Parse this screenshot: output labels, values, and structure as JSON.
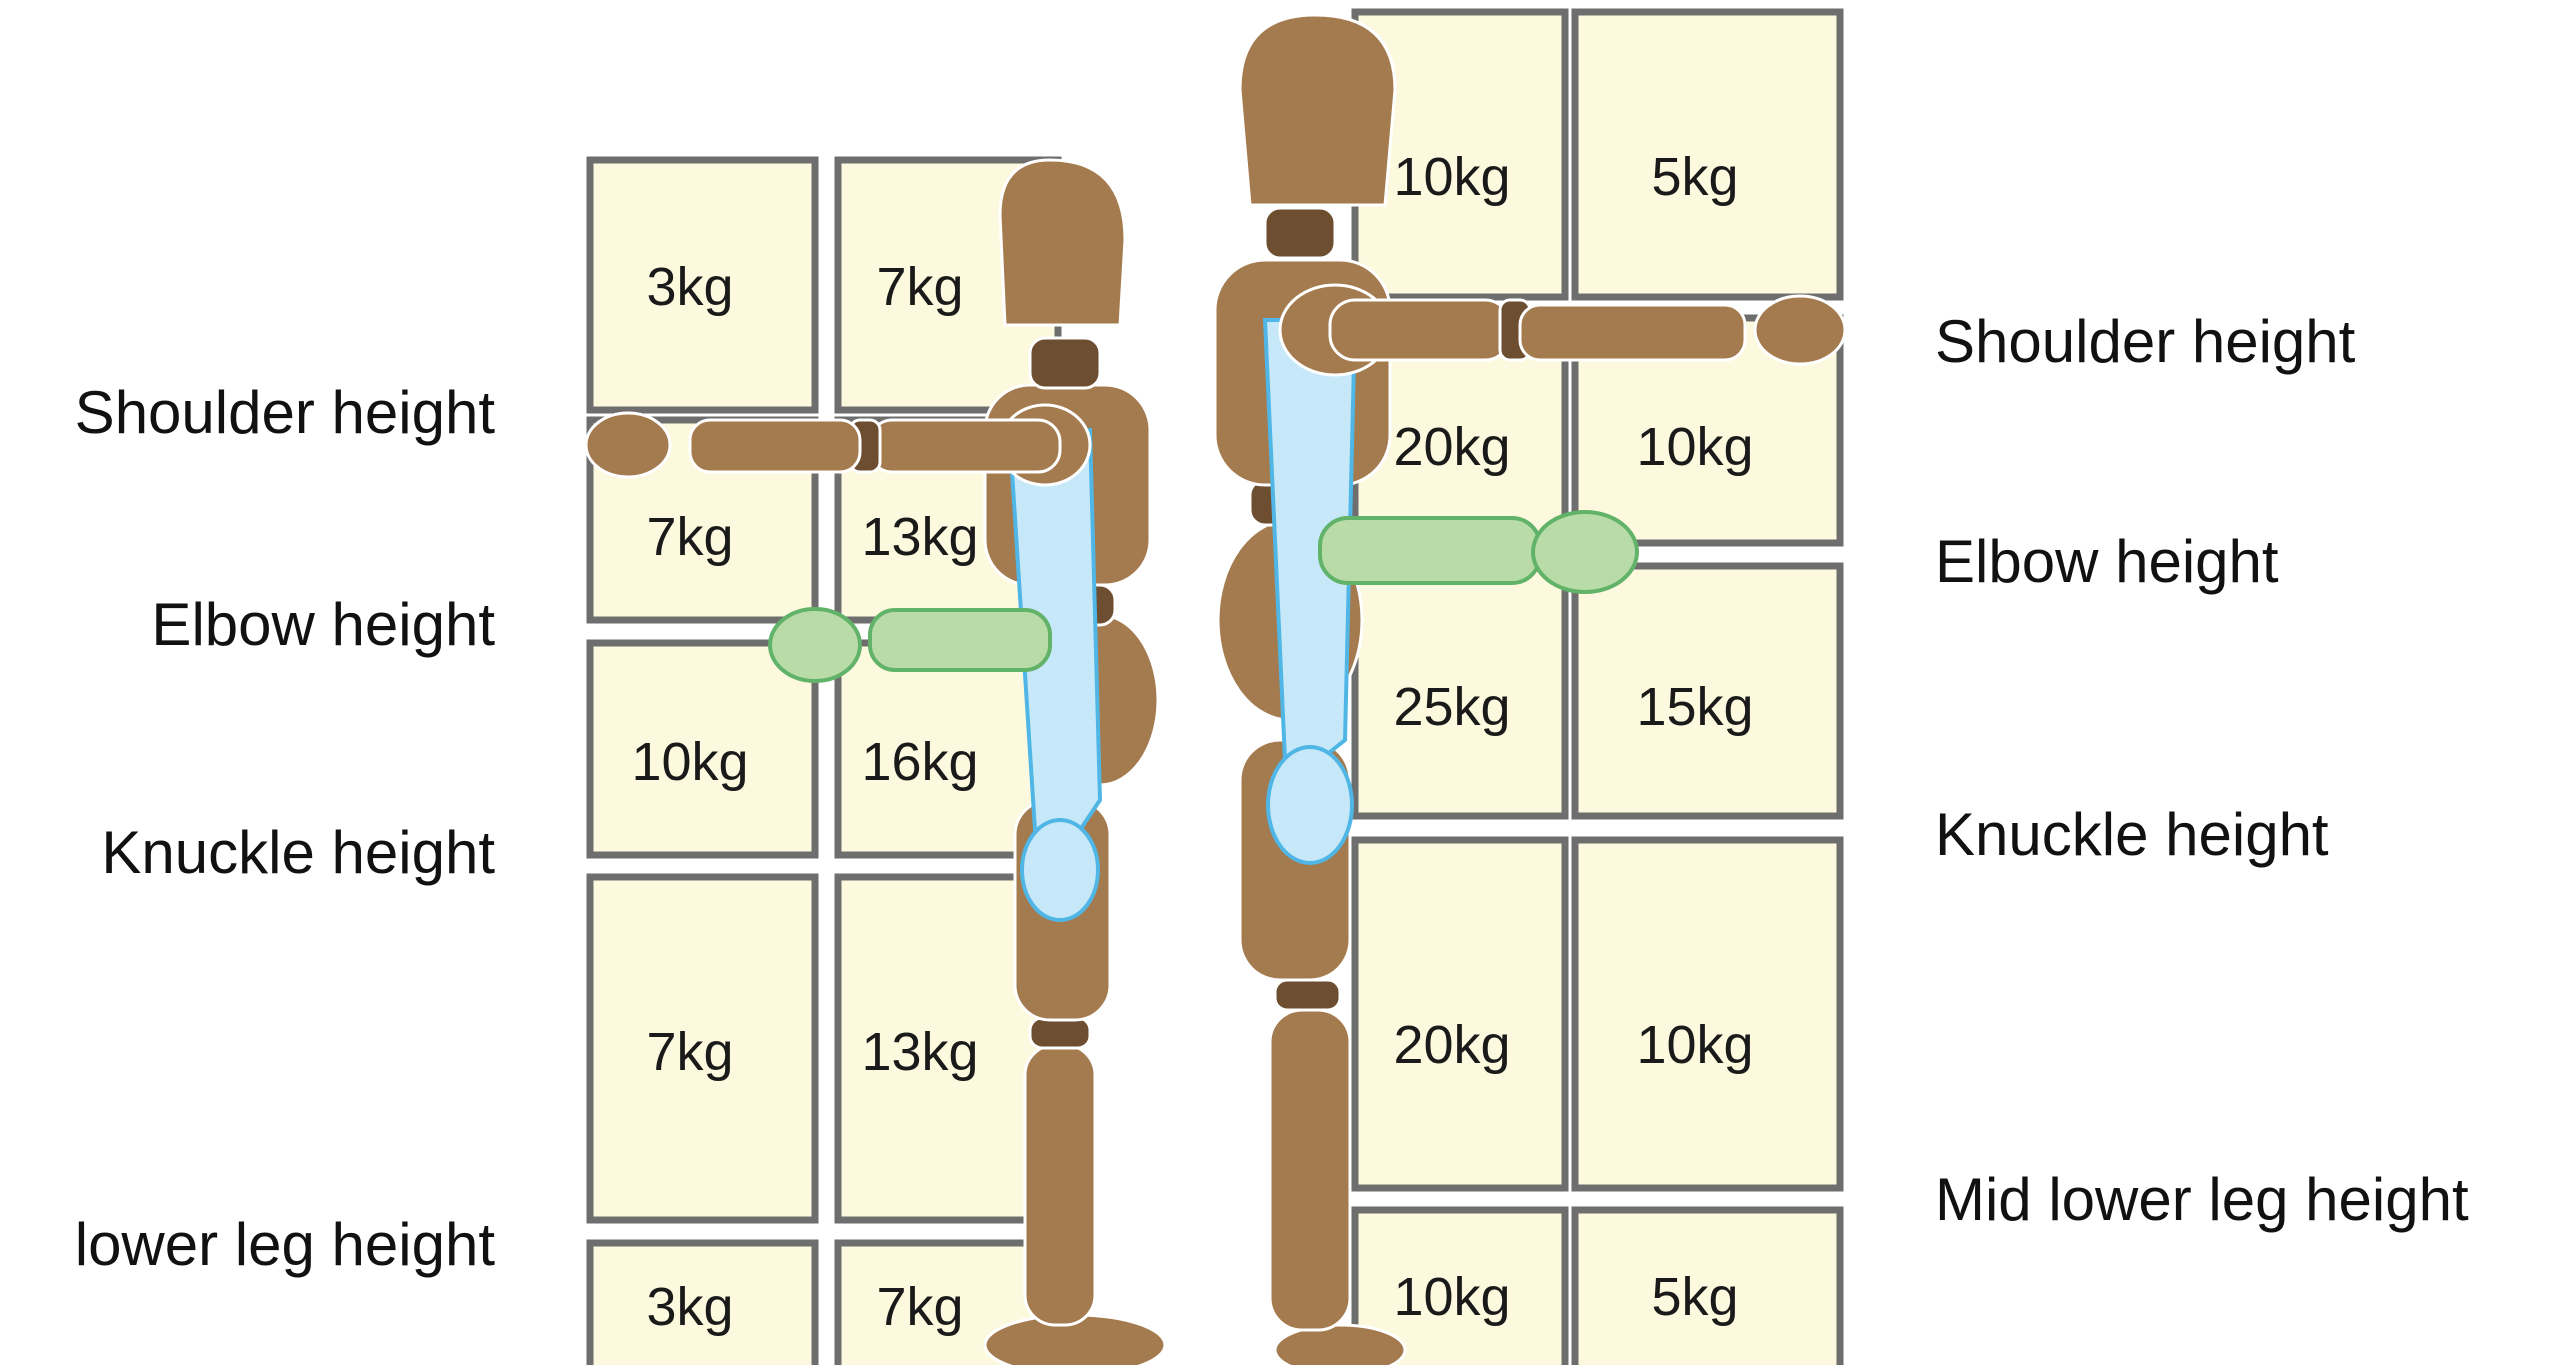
{
  "left_panel": {
    "height_labels": {
      "shoulder": "Shoulder height",
      "elbow": "Elbow height",
      "knuckle": "Knuckle height",
      "lower_leg": "lower leg height"
    },
    "weights": {
      "r1c1": "3kg",
      "r1c2": "7kg",
      "r2c1": "7kg",
      "r2c2": "13kg",
      "r3c1": "10kg",
      "r3c2": "16kg",
      "r4c1": "7kg",
      "r4c2": "13kg",
      "r5c1": "3kg",
      "r5c2": "7kg"
    }
  },
  "right_panel": {
    "height_labels": {
      "shoulder": "Shoulder height",
      "elbow": "Elbow height",
      "knuckle": "Knuckle height",
      "mid_lower_leg": "Mid lower leg height"
    },
    "weights": {
      "r1c1": "10kg",
      "r1c2": "5kg",
      "r2c1": "20kg",
      "r2c2": "10kg",
      "r3c1": "25kg",
      "r3c2": "15kg",
      "r4c1": "20kg",
      "r4c2": "10kg",
      "r5c1": "10kg",
      "r5c2": "5kg"
    }
  },
  "colors": {
    "box_fill": "#fdf9de",
    "box_stroke": "#6e6e6e",
    "mannequin": "#a47b4f",
    "spine_highlight": "#c7e8f8",
    "forearm_highlight": "#b9dba8"
  }
}
